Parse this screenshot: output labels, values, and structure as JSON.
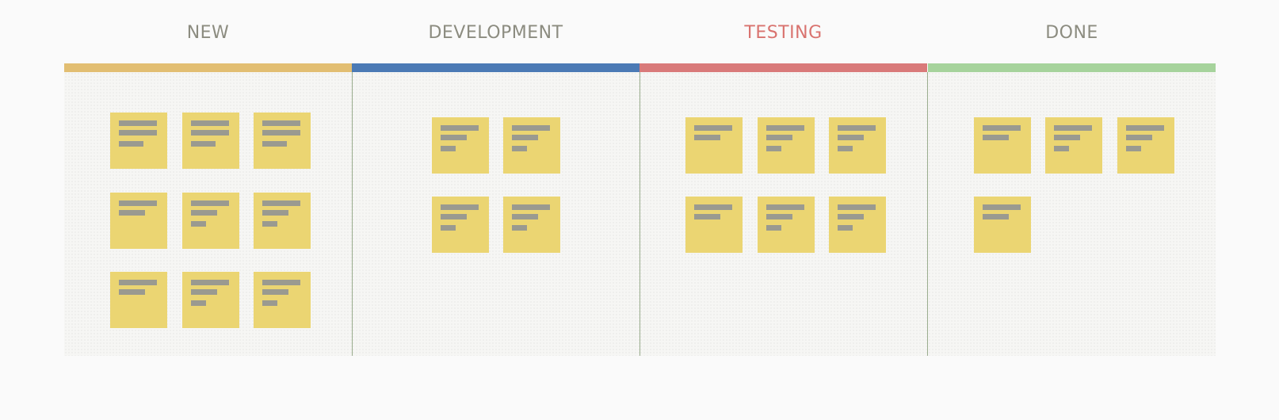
{
  "board": {
    "columns": [
      {
        "id": "new",
        "title": "NEW",
        "title_color": "#8c8c80",
        "bar_color": "#e2be72",
        "cards": [
          "v1",
          "v1",
          "v1",
          "v3",
          "v2",
          "v2",
          "v3",
          "v2",
          "v2"
        ]
      },
      {
        "id": "development",
        "title": "DEVELOPMENT",
        "title_color": "#8c8c80",
        "bar_color": "#4b7ab5",
        "cards": [
          "v2",
          "v2",
          "v2",
          "v2"
        ]
      },
      {
        "id": "testing",
        "title": "TESTING",
        "title_color": "#d9736f",
        "bar_color": "#d97a7a",
        "cards": [
          "v3",
          "v2",
          "v2",
          "v3",
          "v2",
          "v2"
        ]
      },
      {
        "id": "done",
        "title": "DONE",
        "title_color": "#8c8c80",
        "bar_color": "#a6d39c",
        "cards": [
          "v3",
          "v2",
          "v2",
          "v3"
        ]
      }
    ]
  }
}
